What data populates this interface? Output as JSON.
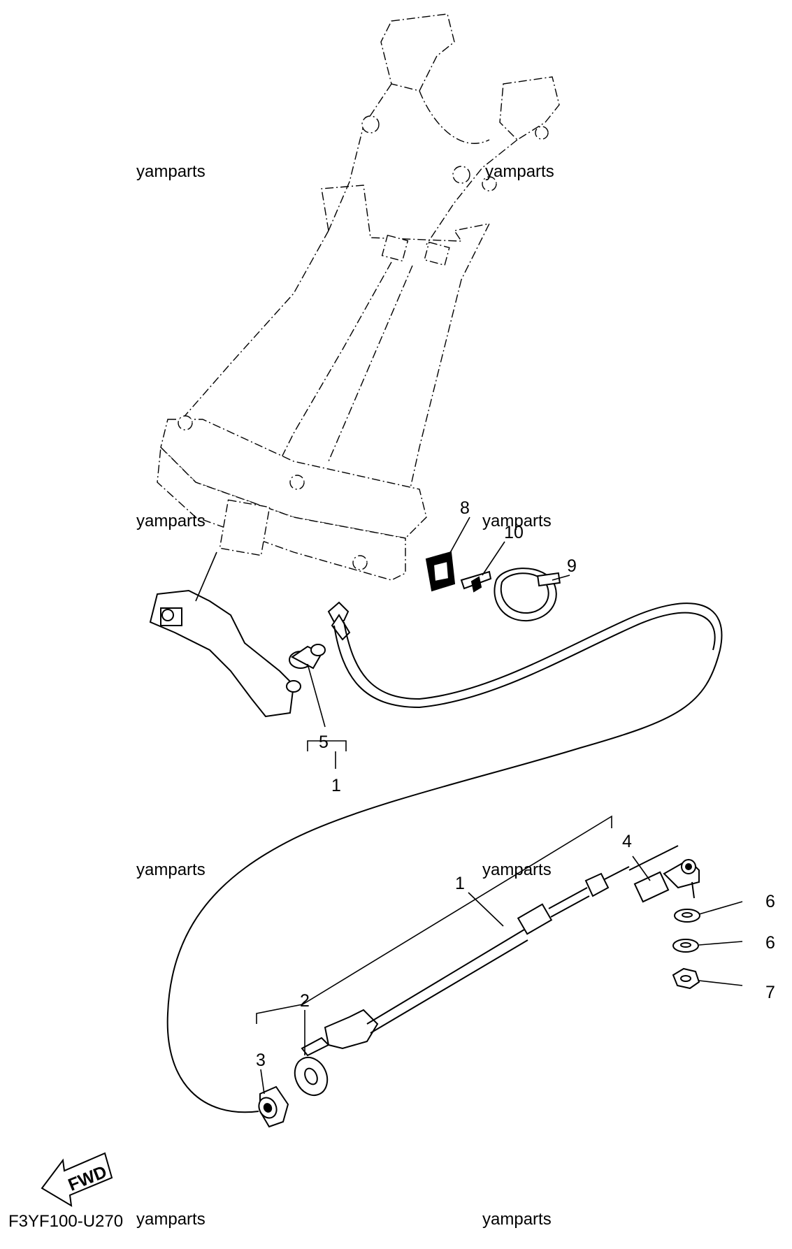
{
  "diagram": {
    "watermarks": [
      "yamparts",
      "yamparts",
      "yamparts",
      "yamparts",
      "yamparts",
      "yamparts",
      "yamparts",
      "yamparts"
    ],
    "figure_code": "F3YF100-U270",
    "fwd_label": "FWD",
    "callouts": {
      "c1_upper": "1",
      "c1_lower": "1",
      "c2": "2",
      "c3": "3",
      "c4": "4",
      "c5": "5",
      "c6_upper": "6",
      "c6_lower": "6",
      "c7": "7",
      "c8": "8",
      "c9": "9",
      "c10": "10"
    }
  }
}
